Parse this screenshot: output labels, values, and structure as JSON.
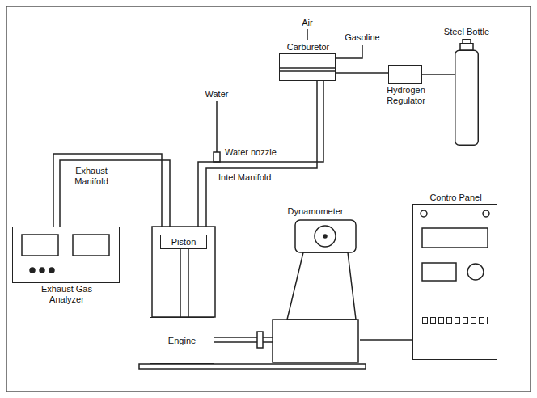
{
  "diagram": {
    "nodes": [
      {
        "text": [
          "Carburetor"
        ]
      },
      {
        "text": [
          "Steel Bottle"
        ]
      },
      {
        "text": [
          "Hydrogen Regulator"
        ]
      },
      {
        "text": [
          "Piston"
        ]
      },
      {
        "text": [
          "Exhaust Gas Analyzer"
        ]
      },
      {
        "text": [
          "Dynamometer"
        ]
      },
      {
        "text": [
          "Contro Panel"
        ]
      },
      {
        "text": [
          "Engine"
        ]
      }
    ],
    "edges": [
      {
        "from": 1,
        "to": 2,
        "arrow": "none"
      },
      {
        "from": 2,
        "to": 0,
        "arrow": "none"
      },
      {
        "from": 5,
        "to": 6,
        "arrow": "none"
      }
    ],
    "labels": [
      "Air",
      "Gasoline",
      "Water",
      "Water nozzle",
      "Exhaust Manifold",
      "Intel Manifold"
    ]
  }
}
